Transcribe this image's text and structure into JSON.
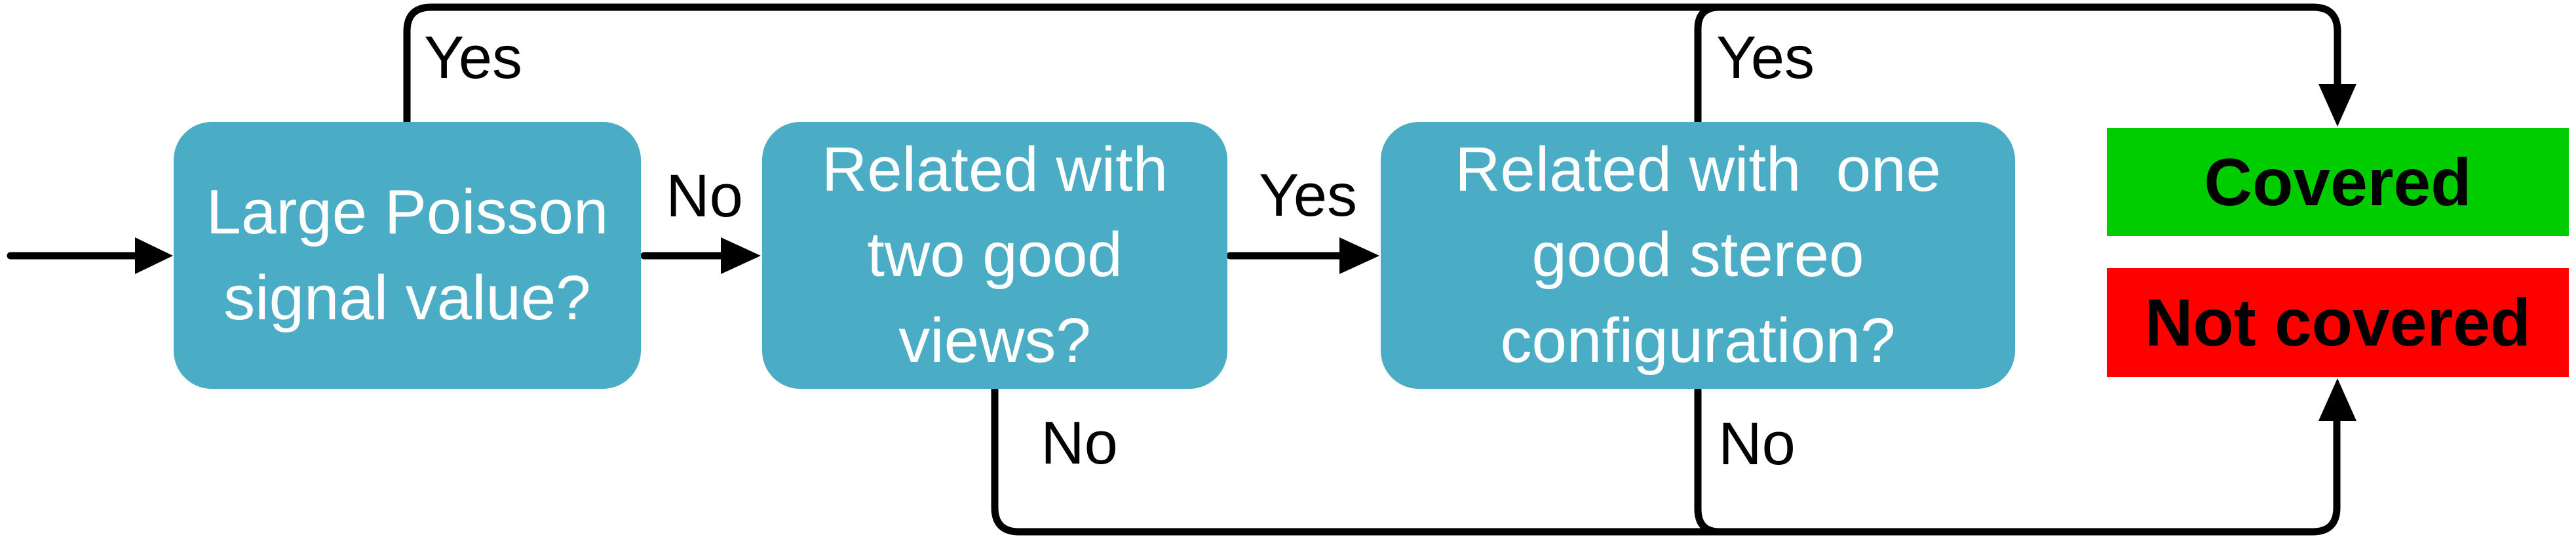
{
  "diagram": {
    "type": "flowchart",
    "colors": {
      "background": "#ffffff",
      "node_fill": "#4bacc6",
      "node_text": "#ffffff",
      "connector": "#000000",
      "covered_fill": "#00cc00",
      "not_covered_fill": "#ff0000",
      "result_text": "#000000"
    },
    "nodes": [
      {
        "id": "q1",
        "kind": "question",
        "label": "Large Poisson\nsignal value?"
      },
      {
        "id": "q2",
        "kind": "question",
        "label": "Related with\ntwo good\nviews?"
      },
      {
        "id": "q3",
        "kind": "question",
        "label": "Related with  one\ngood stereo\nconfiguration?"
      },
      {
        "id": "covered",
        "kind": "result",
        "label": "Covered"
      },
      {
        "id": "not_covered",
        "kind": "result",
        "label": "Not covered"
      }
    ],
    "edges": [
      {
        "from": "start",
        "to": "q1",
        "label": ""
      },
      {
        "from": "q1",
        "to": "covered",
        "label": "Yes"
      },
      {
        "from": "q1",
        "to": "q2",
        "label": "No"
      },
      {
        "from": "q2",
        "to": "q3",
        "label": "Yes"
      },
      {
        "from": "q2",
        "to": "not_covered",
        "label": "No"
      },
      {
        "from": "q3",
        "to": "covered",
        "label": "Yes"
      },
      {
        "from": "q3",
        "to": "not_covered",
        "label": "No"
      }
    ]
  }
}
